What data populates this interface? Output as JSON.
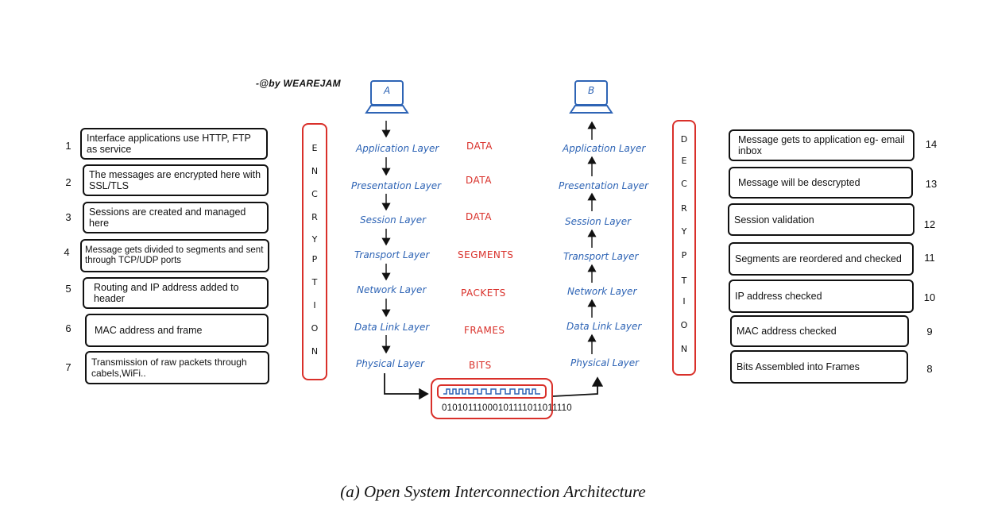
{
  "credit": "-@by WEAREJAM",
  "host_a": "A",
  "host_b": "B",
  "encryption_letters": [
    "E",
    "N",
    "C",
    "R",
    "Y",
    "P",
    "T",
    "I",
    "O",
    "N"
  ],
  "decryption_letters": [
    "D",
    "E",
    "C",
    "R",
    "Y",
    "P",
    "T",
    "I",
    "O",
    "N"
  ],
  "left_steps": [
    {
      "num": "1",
      "text": "Interface applications use HTTP, FTP as service"
    },
    {
      "num": "2",
      "text": "The messages are encrypted here with SSL/TLS"
    },
    {
      "num": "3",
      "text": "Sessions are created and managed here"
    },
    {
      "num": "4",
      "text": "Message gets divided to segments and sent through TCP/UDP ports"
    },
    {
      "num": "5",
      "text": "Routing and IP address added to header"
    },
    {
      "num": "6",
      "text": "MAC address and frame"
    },
    {
      "num": "7",
      "text": "Transmission of raw packets through cabels,WiFi.."
    }
  ],
  "right_steps": [
    {
      "num": "14",
      "text": "Message gets to application eg- email inbox"
    },
    {
      "num": "13",
      "text": "Message will be descrypted"
    },
    {
      "num": "12",
      "text": "Session validation"
    },
    {
      "num": "11",
      "text": "Segments are reordered and checked"
    },
    {
      "num": "10",
      "text": "IP address checked"
    },
    {
      "num": "9",
      "text": "MAC address checked"
    },
    {
      "num": "8",
      "text": "Bits Assembled into Frames"
    }
  ],
  "layers": [
    "Application Layer",
    "Presentation Layer",
    "Session Layer",
    "Transport Layer",
    "Network Layer",
    "Data Link Layer",
    "Physical Layer"
  ],
  "pdus": [
    "DATA",
    "DATA",
    "DATA",
    "SEGMENTS",
    "PACKETS",
    "FRAMES",
    "BITS"
  ],
  "bit_stream": "01010111000101111011011110",
  "caption": "(a)  Open System Interconnection Architecture",
  "colors": {
    "layer_text": "#2e64b5",
    "pdu_text": "#d9302a",
    "box_border": "#111111"
  }
}
